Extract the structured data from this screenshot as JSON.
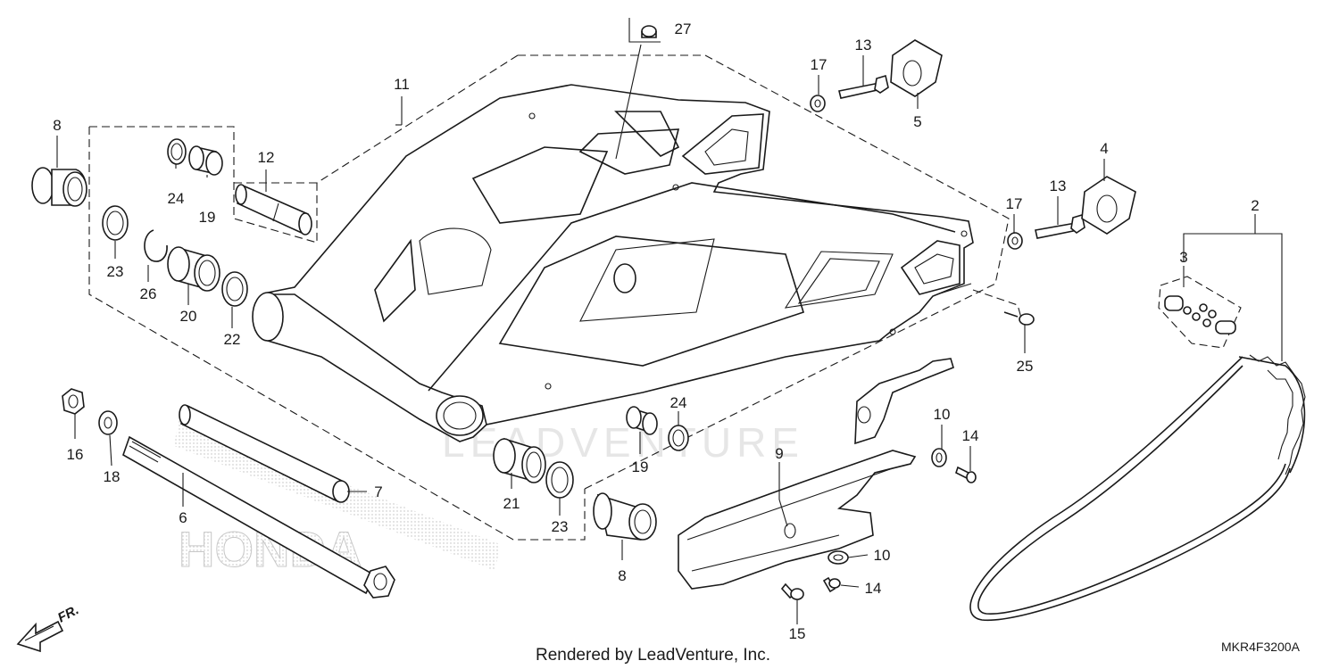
{
  "diagram": {
    "footer": "Rendered by LeadVenture, Inc.",
    "diagram_code": "MKR4F3200A",
    "direction_label": "FR.",
    "watermark": "LEADVENTURE",
    "background_brand": "HONDA"
  },
  "callouts": [
    {
      "id": "c8a",
      "label": "8"
    },
    {
      "id": "c24a",
      "label": "24"
    },
    {
      "id": "c19a",
      "label": "19"
    },
    {
      "id": "c12",
      "label": "12"
    },
    {
      "id": "c11",
      "label": "11"
    },
    {
      "id": "c27",
      "label": "27"
    },
    {
      "id": "c17a",
      "label": "17"
    },
    {
      "id": "c13a",
      "label": "13"
    },
    {
      "id": "c5",
      "label": "5"
    },
    {
      "id": "c4",
      "label": "4"
    },
    {
      "id": "c13b",
      "label": "13"
    },
    {
      "id": "c17b",
      "label": "17"
    },
    {
      "id": "c2",
      "label": "2"
    },
    {
      "id": "c3",
      "label": "3"
    },
    {
      "id": "c25",
      "label": "25"
    },
    {
      "id": "c23a",
      "label": "23"
    },
    {
      "id": "c26",
      "label": "26"
    },
    {
      "id": "c20",
      "label": "20"
    },
    {
      "id": "c22",
      "label": "22"
    },
    {
      "id": "c16",
      "label": "16"
    },
    {
      "id": "c18",
      "label": "18"
    },
    {
      "id": "c6",
      "label": "6"
    },
    {
      "id": "c7",
      "label": "7"
    },
    {
      "id": "c21",
      "label": "21"
    },
    {
      "id": "c23b",
      "label": "23"
    },
    {
      "id": "c19b",
      "label": "19"
    },
    {
      "id": "c24b",
      "label": "24"
    },
    {
      "id": "c8b",
      "label": "8"
    },
    {
      "id": "c9",
      "label": "9"
    },
    {
      "id": "c10a",
      "label": "10"
    },
    {
      "id": "c14a",
      "label": "14"
    },
    {
      "id": "c10b",
      "label": "10"
    },
    {
      "id": "c14b",
      "label": "14"
    },
    {
      "id": "c15",
      "label": "15"
    }
  ]
}
